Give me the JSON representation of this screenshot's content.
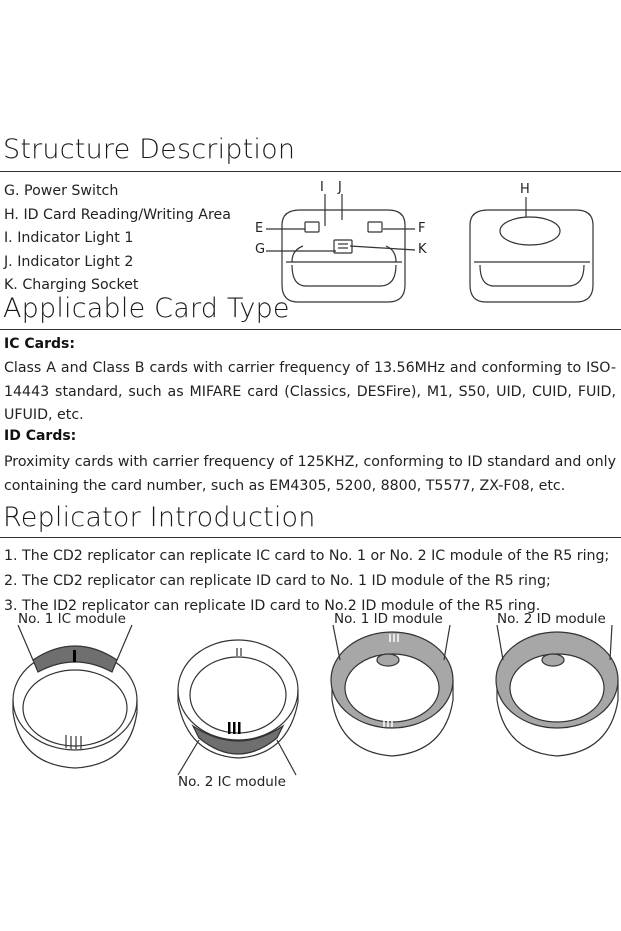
{
  "structure": {
    "title": "Structure Description",
    "parts": [
      "G. Power Switch",
      "H. ID Card Reading/Writing Area",
      "I.  Indicator Light 1",
      "J.  Indicator Light 2",
      "K. Charging Socket"
    ],
    "diagram_labels": {
      "i": "I",
      "j": "J",
      "e": "E",
      "f": "F",
      "g": "G",
      "k": "K",
      "h": "H"
    }
  },
  "card_type": {
    "title": "Applicable Card Type",
    "ic_heading": "IC Cards:",
    "ic_text": "Class A and Class B cards with carrier frequency of 13.56MHz and conforming to ISO-14443 standard, such as MIFARE card (Classics, DESFire), M1, S50, UID, CUID, FUID, UFUID, etc.",
    "id_heading": "ID Cards:",
    "id_text": "Proximity cards with carrier frequency of 125KHZ, conforming to ID standard and only containing the card number, such as EM4305, 5200, 8800, T5577, ZX-F08, etc."
  },
  "replicator": {
    "title": "Replicator Introduction",
    "items": [
      "1. The CD2 replicator can replicate IC card to No. 1 or No. 2 IC module of the R5 ring;",
      "2. The CD2 replicator can replicate ID card to No. 1 ID module of the R5 ring;",
      "3. The ID2 replicator can replicate ID card to No.2 ID module of the R5 ring."
    ],
    "labels": {
      "ic1": "No. 1 IC module",
      "ic2": "No. 2 IC module",
      "id1": "No. 1 ID module",
      "id2": "No. 2 ID module"
    }
  }
}
